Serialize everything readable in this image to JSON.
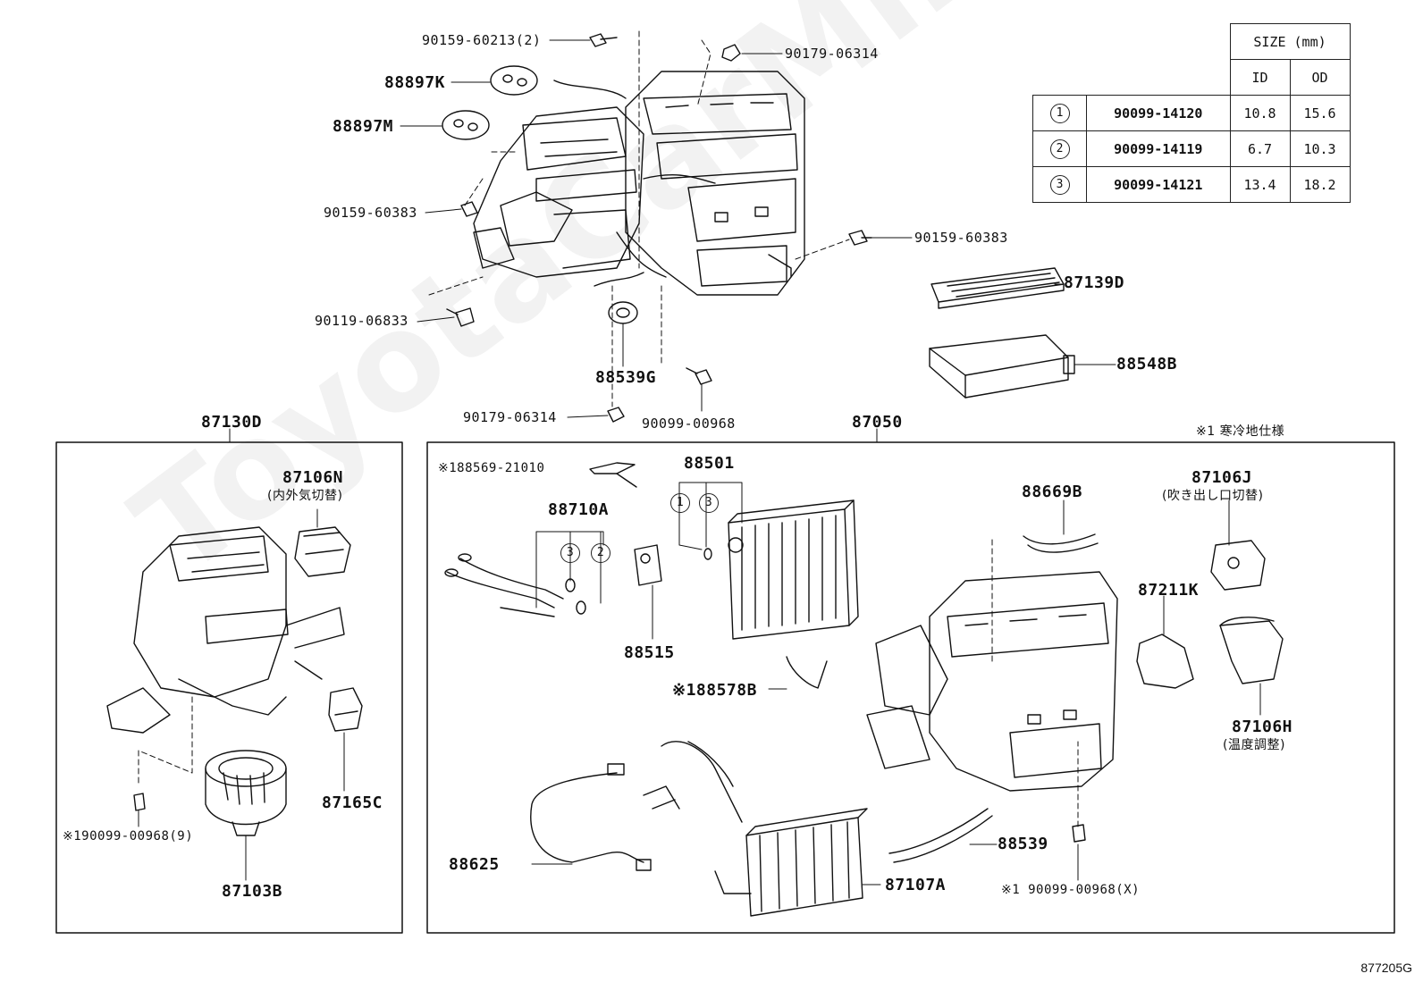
{
  "size_table": {
    "title": "SIZE (mm)",
    "col_id": "ID",
    "col_od": "OD",
    "rows": [
      {
        "key": "1",
        "part": "90099-14120",
        "id": "10.8",
        "od": "15.6"
      },
      {
        "key": "2",
        "part": "90099-14119",
        "id": "6.7",
        "od": "10.3"
      },
      {
        "key": "3",
        "part": "90099-14121",
        "id": "13.4",
        "od": "18.2"
      }
    ]
  },
  "labels": {
    "p90159_60213": "90159-60213(2)",
    "p90179_06314_top": "90179-06314",
    "p88897K": "88897K",
    "p88897M": "88897M",
    "p90159_60383_left": "90159-60383",
    "p90159_60383_right": "90159-60383",
    "p87139D": "87139D",
    "p88548B": "88548B",
    "p90119_06833": "90119-06833",
    "p88539G": "88539G",
    "p90179_06314_bottom": "90179-06314",
    "p90099_00968": "90099-00968",
    "p87130D": "87130D",
    "p87050": "87050",
    "note_cold": "※1 寒冷地仕様",
    "p87106N": "87106N",
    "p87106N_desc": "(内外気切替)",
    "p87165C": "87165C",
    "p87103B": "87103B",
    "p90099_00968_9": "※190099-00968(9)",
    "p88569_21010": "※188569-21010",
    "p88501": "88501",
    "p88710A": "88710A",
    "p88515": "88515",
    "p88578B": "※188578B",
    "p88669B": "88669B",
    "p87106J": "87106J",
    "p87106J_desc": "(吹き出し口切替)",
    "p87211K": "87211K",
    "p87106H": "87106H",
    "p87106H_desc": "(温度調整)",
    "p88625": "88625",
    "p88539": "88539",
    "p87107A": "87107A",
    "p90099_00968_X": "※1 90099-00968(X)",
    "c1": "1",
    "c2": "2",
    "c3": "3",
    "diagram_code": "877205G"
  },
  "watermark": "ToyotaCarMine.ru"
}
